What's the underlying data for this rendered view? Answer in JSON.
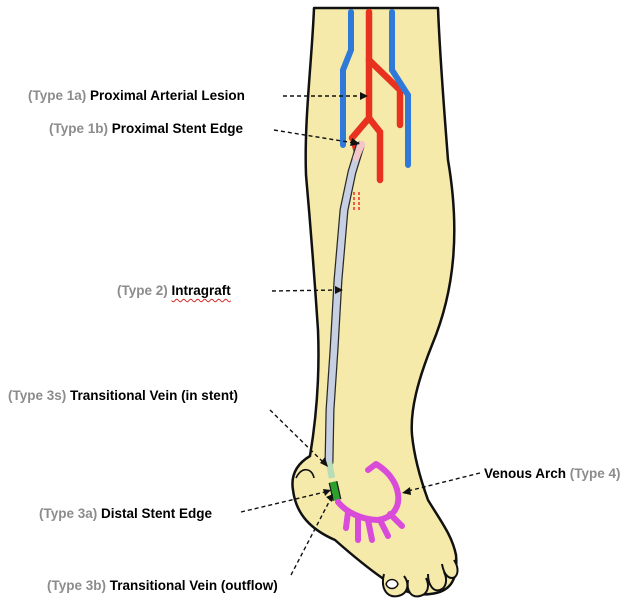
{
  "labels": {
    "type1a": {
      "type": "(Type 1a)",
      "name": "Proximal Arterial Lesion"
    },
    "type1b": {
      "type": "(Type 1b)",
      "name": "Proximal Stent Edge"
    },
    "type2": {
      "type": "(Type 2)",
      "name": "Intragraft"
    },
    "type3s": {
      "type": "(Type 3s)",
      "name": "Transitional Vein (in stent)"
    },
    "type3a": {
      "type": "(Type 3a)",
      "name": "Distal Stent Edge"
    },
    "type3b": {
      "type": "(Type 3b)",
      "name": "Transitional Vein (outflow)"
    },
    "type4": {
      "name": "Venous Arch",
      "type": "(Type 4)"
    }
  },
  "colors": {
    "skin": "#f5eaaa",
    "outline": "#111111",
    "artery": "#e8321f",
    "vein": "#2f7ad8",
    "stent": "#c7cfe2",
    "stent_outflow": "#2ca02c",
    "venous_arch": "#d94bd9",
    "type_label": "#8c8c8c"
  }
}
